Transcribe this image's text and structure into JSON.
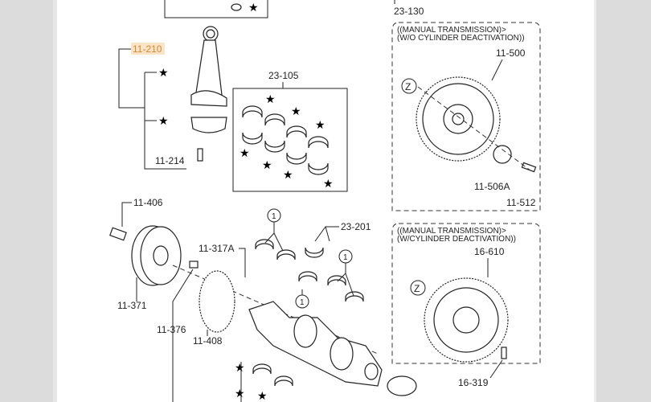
{
  "labels": {
    "p23_130": "23-130",
    "p11_210": "11-210",
    "p11_214": "11-214",
    "p23_105": "23-105",
    "p11_500": "11-500",
    "p11_506A": "11-506A",
    "p11_512": "11-512",
    "p11_406": "11-406",
    "p11_371": "11-371",
    "p11_317A": "11-317A",
    "p11_376": "11-376",
    "p11_408": "11-408",
    "p23_201": "23-201",
    "p16_610": "16-610",
    "p16_319": "16-319"
  },
  "notes": {
    "box1_line1": "((MANUAL TRANSMISSION)>",
    "box1_line2": "(W/O CYLINDER DEACTIVATION))",
    "box2_line1": "((MANUAL TRANSMISSION)>",
    "box2_line2": "(W/CYLINDER DEACTIVATION))"
  },
  "markers": {
    "z": "Z",
    "one": "1",
    "star": "★"
  },
  "colors": {
    "highlight": "#d08a3a"
  }
}
